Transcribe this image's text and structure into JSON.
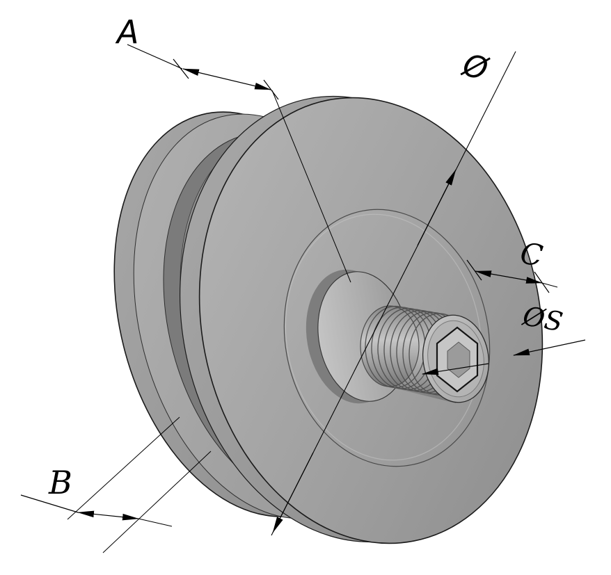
{
  "drawing": {
    "title": "Isometric CAD drawing of a grooved pulley with threaded stud and hex socket",
    "background": "#ffffff",
    "annotations": {
      "width_a": {
        "label": "A",
        "meaning": "groove / flange width dimension"
      },
      "width_b": {
        "label": "B",
        "meaning": "flange width dimension"
      },
      "diameter": {
        "label": "Ø",
        "meaning": "outer diameter dimension"
      },
      "length_c": {
        "label": "C",
        "meaning": "hub length dimension"
      },
      "socket_size": {
        "label": "ØS",
        "meaning": "hex socket / stud size dimension"
      }
    },
    "colors": {
      "body_light": "#c2c2c2",
      "body_mid": "#9c9c9c",
      "body_dark": "#7b7b7b",
      "edge": "#1a1a1a",
      "dimension": "#000000"
    }
  }
}
